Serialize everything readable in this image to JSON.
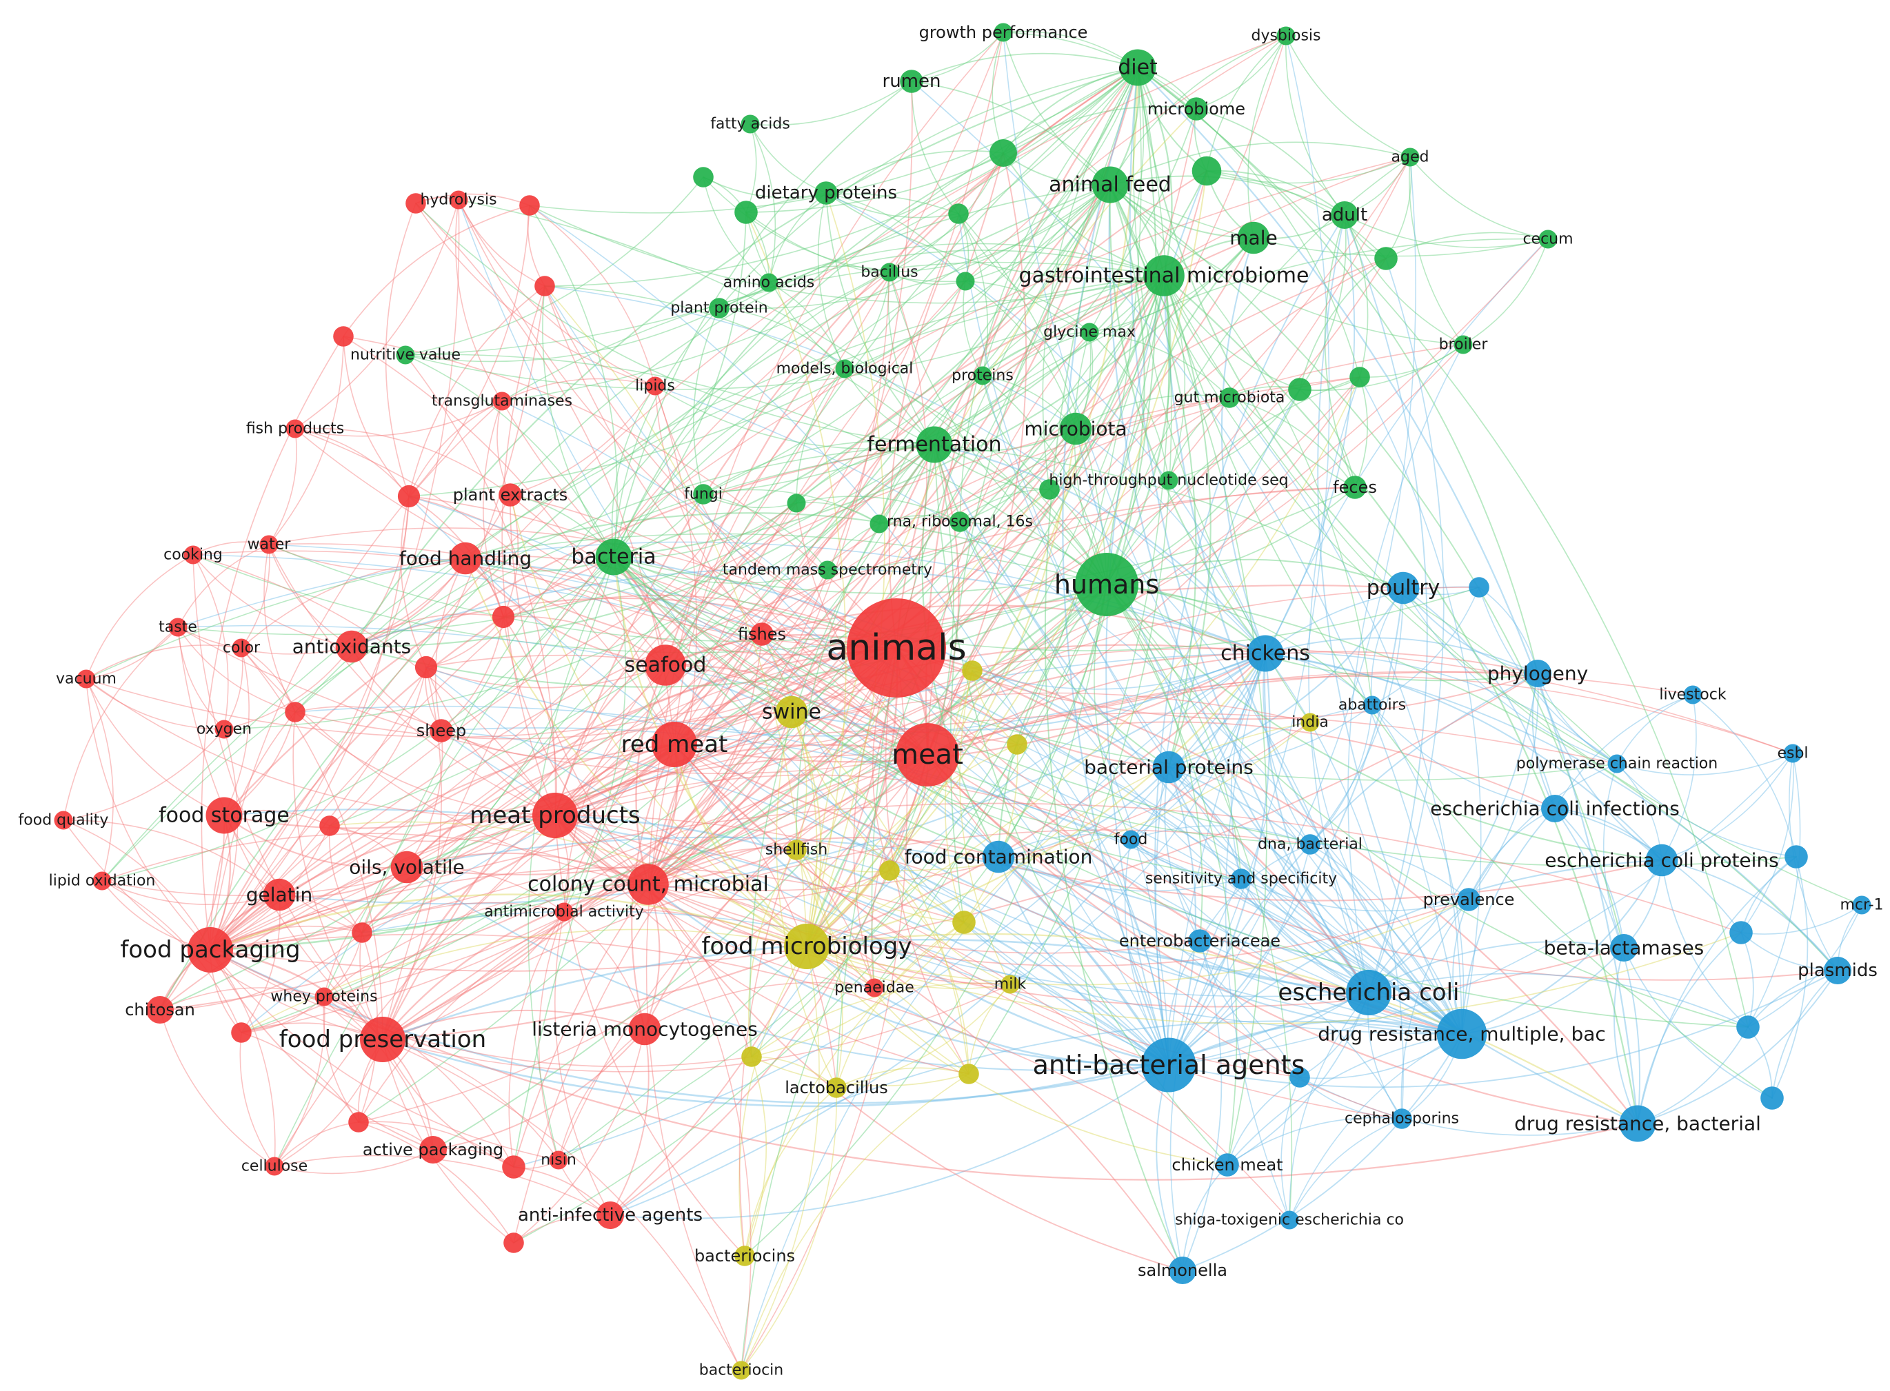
{
  "clusters": {
    "red": {
      "node": "#f23c3c",
      "edge": "#f57a7a"
    },
    "green": {
      "node": "#22b24c",
      "edge": "#63cf7c"
    },
    "blue": {
      "node": "#1f97d4",
      "edge": "#6cbbe6"
    },
    "yellow": {
      "node": "#c9c21e",
      "edge": "#dcd75a"
    }
  },
  "nodes": [
    {
      "id": "animals",
      "label": "animals",
      "cluster": "red",
      "weight": 10
    },
    {
      "id": "meat",
      "label": "meat",
      "cluster": "red",
      "weight": 6
    },
    {
      "id": "red-meat",
      "label": "red meat",
      "cluster": "red",
      "weight": 4
    },
    {
      "id": "meat-products",
      "label": "meat products",
      "cluster": "red",
      "weight": 4
    },
    {
      "id": "seafood",
      "label": "seafood",
      "cluster": "red",
      "weight": 3.5
    },
    {
      "id": "food-packaging",
      "label": "food packaging",
      "cluster": "red",
      "weight": 4
    },
    {
      "id": "food-preservation",
      "label": "food preservation",
      "cluster": "red",
      "weight": 4
    },
    {
      "id": "colony-count",
      "label": "colony count, microbial",
      "cluster": "red",
      "weight": 3.5
    },
    {
      "id": "food-storage",
      "label": "food storage",
      "cluster": "red",
      "weight": 3
    },
    {
      "id": "antioxidants",
      "label": "antioxidants",
      "cluster": "red",
      "weight": 2.5
    },
    {
      "id": "food-handling",
      "label": "food handling",
      "cluster": "red",
      "weight": 2.5
    },
    {
      "id": "gelatin",
      "label": "gelatin",
      "cluster": "red",
      "weight": 2.5
    },
    {
      "id": "oils-volatile",
      "label": "oils, volatile",
      "cluster": "red",
      "weight": 2.5
    },
    {
      "id": "listeria",
      "label": "listeria monocytogenes",
      "cluster": "red",
      "weight": 2.5
    },
    {
      "id": "plant-extracts",
      "label": "plant extracts",
      "cluster": "red",
      "weight": 1.5
    },
    {
      "id": "sheep",
      "label": "sheep",
      "cluster": "red",
      "weight": 1.5
    },
    {
      "id": "fishes",
      "label": "fishes",
      "cluster": "red",
      "weight": 1.5
    },
    {
      "id": "chitosan",
      "label": "chitosan",
      "cluster": "red",
      "weight": 2
    },
    {
      "id": "whey-proteins",
      "label": "whey proteins",
      "cluster": "red",
      "weight": 1
    },
    {
      "id": "antimicrobial-activity",
      "label": "antimicrobial activity",
      "cluster": "red",
      "weight": 1
    },
    {
      "id": "active-packaging",
      "label": "active packaging",
      "cluster": "red",
      "weight": 2
    },
    {
      "id": "nisin",
      "label": "nisin",
      "cluster": "red",
      "weight": 1
    },
    {
      "id": "anti-infective",
      "label": "anti-infective agents",
      "cluster": "red",
      "weight": 2
    },
    {
      "id": "cellulose",
      "label": "cellulose",
      "cluster": "red",
      "weight": 1
    },
    {
      "id": "penaeidae",
      "label": "penaeidae",
      "cluster": "red",
      "weight": 1
    },
    {
      "id": "hydrolysis",
      "label": "hydrolysis",
      "cluster": "red",
      "weight": 1
    },
    {
      "id": "nutritive-value",
      "label": "nutritive value",
      "cluster": "green",
      "weight": 1
    },
    {
      "id": "transglutaminases",
      "label": "transglutaminases",
      "cluster": "red",
      "weight": 1
    },
    {
      "id": "fish-products",
      "label": "fish products",
      "cluster": "red",
      "weight": 1
    },
    {
      "id": "lipids",
      "label": "lipids",
      "cluster": "red",
      "weight": 1
    },
    {
      "id": "cooking",
      "label": "cooking",
      "cluster": "red",
      "weight": 1
    },
    {
      "id": "water",
      "label": "water",
      "cluster": "red",
      "weight": 1
    },
    {
      "id": "taste",
      "label": "taste",
      "cluster": "red",
      "weight": 1
    },
    {
      "id": "color",
      "label": "color",
      "cluster": "red",
      "weight": 1
    },
    {
      "id": "vacuum",
      "label": "vacuum",
      "cluster": "red",
      "weight": 1
    },
    {
      "id": "oxygen",
      "label": "oxygen",
      "cluster": "red",
      "weight": 1
    },
    {
      "id": "food-quality",
      "label": "food quality",
      "cluster": "red",
      "weight": 1
    },
    {
      "id": "lipid-oxidation",
      "label": "lipid oxidation",
      "cluster": "red",
      "weight": 1
    },
    {
      "id": "r-x1",
      "label": "",
      "cluster": "red",
      "weight": 1.2
    },
    {
      "id": "r-x2",
      "label": "",
      "cluster": "red",
      "weight": 1.2
    },
    {
      "id": "r-x3",
      "label": "",
      "cluster": "red",
      "weight": 1.2
    },
    {
      "id": "r-x4",
      "label": "",
      "cluster": "red",
      "weight": 1.4
    },
    {
      "id": "r-x5",
      "label": "",
      "cluster": "red",
      "weight": 1.4
    },
    {
      "id": "r-x6",
      "label": "",
      "cluster": "red",
      "weight": 1.4
    },
    {
      "id": "r-x7",
      "label": "",
      "cluster": "red",
      "weight": 1.2
    },
    {
      "id": "r-x8",
      "label": "",
      "cluster": "red",
      "weight": 1.2
    },
    {
      "id": "r-x9",
      "label": "",
      "cluster": "red",
      "weight": 1.2
    },
    {
      "id": "r-x10",
      "label": "",
      "cluster": "red",
      "weight": 1.2
    },
    {
      "id": "r-x11",
      "label": "",
      "cluster": "red",
      "weight": 1.2
    },
    {
      "id": "r-x12",
      "label": "",
      "cluster": "red",
      "weight": 1.5
    },
    {
      "id": "r-x13",
      "label": "",
      "cluster": "red",
      "weight": 1.2
    },
    {
      "id": "r-x14",
      "label": "",
      "cluster": "red",
      "weight": 1.2
    },
    {
      "id": "humans",
      "label": "humans",
      "cluster": "green",
      "weight": 6
    },
    {
      "id": "diet",
      "label": "diet",
      "cluster": "green",
      "weight": 3
    },
    {
      "id": "animal-feed",
      "label": "animal feed",
      "cluster": "green",
      "weight": 3
    },
    {
      "id": "gi-microbiome",
      "label": "gastrointestinal microbiome",
      "cluster": "green",
      "weight": 3.5
    },
    {
      "id": "fermentation",
      "label": "fermentation",
      "cluster": "green",
      "weight": 3
    },
    {
      "id": "microbiota",
      "label": "microbiota",
      "cluster": "green",
      "weight": 2.5
    },
    {
      "id": "bacteria",
      "label": "bacteria",
      "cluster": "green",
      "weight": 3
    },
    {
      "id": "male",
      "label": "male",
      "cluster": "green",
      "weight": 2.5
    },
    {
      "id": "adult",
      "label": "adult",
      "cluster": "green",
      "weight": 2
    },
    {
      "id": "rumen",
      "label": "rumen",
      "cluster": "green",
      "weight": 1.5
    },
    {
      "id": "microbiome",
      "label": "microbiome",
      "cluster": "green",
      "weight": 1.5
    },
    {
      "id": "growth-performance",
      "label": "growth performance",
      "cluster": "green",
      "weight": 1
    },
    {
      "id": "dysbiosis",
      "label": "dysbiosis",
      "cluster": "green",
      "weight": 1
    },
    {
      "id": "fatty-acids",
      "label": "fatty acids",
      "cluster": "green",
      "weight": 1
    },
    {
      "id": "dietary-proteins",
      "label": "dietary proteins",
      "cluster": "green",
      "weight": 1.5
    },
    {
      "id": "aged",
      "label": "aged",
      "cluster": "green",
      "weight": 1
    },
    {
      "id": "cecum",
      "label": "cecum",
      "cluster": "green",
      "weight": 1
    },
    {
      "id": "bacillus",
      "label": "bacillus",
      "cluster": "green",
      "weight": 1
    },
    {
      "id": "amino-acids",
      "label": "amino acids",
      "cluster": "green",
      "weight": 1
    },
    {
      "id": "plant-protein",
      "label": "plant protein",
      "cluster": "green",
      "weight": 1.2
    },
    {
      "id": "glycine-max",
      "label": "glycine max",
      "cluster": "green",
      "weight": 1
    },
    {
      "id": "broiler",
      "label": "broiler",
      "cluster": "green",
      "weight": 1
    },
    {
      "id": "models-biological",
      "label": "models, biological",
      "cluster": "green",
      "weight": 1
    },
    {
      "id": "proteins",
      "label": "proteins",
      "cluster": "green",
      "weight": 1
    },
    {
      "id": "gut-microbiota",
      "label": "gut microbiota",
      "cluster": "green",
      "weight": 1.2
    },
    {
      "id": "hts",
      "label": "high-throughput nucleotide seq",
      "cluster": "green",
      "weight": 1
    },
    {
      "id": "feces",
      "label": "feces",
      "cluster": "green",
      "weight": 1.5
    },
    {
      "id": "fungi",
      "label": "fungi",
      "cluster": "green",
      "weight": 1.2
    },
    {
      "id": "rna-16s",
      "label": "rna, ribosomal, 16s",
      "cluster": "green",
      "weight": 1.2
    },
    {
      "id": "tandem-mass",
      "label": "tandem mass spectrometry",
      "cluster": "green",
      "weight": 1
    },
    {
      "id": "g-x1",
      "label": "",
      "cluster": "green",
      "weight": 1.2
    },
    {
      "id": "g-x2",
      "label": "",
      "cluster": "green",
      "weight": 2
    },
    {
      "id": "g-x3",
      "label": "",
      "cluster": "green",
      "weight": 2.2
    },
    {
      "id": "g-x4",
      "label": "",
      "cluster": "green",
      "weight": 1.5
    },
    {
      "id": "g-x5",
      "label": "",
      "cluster": "green",
      "weight": 1.2
    },
    {
      "id": "g-x6",
      "label": "",
      "cluster": "green",
      "weight": 1
    },
    {
      "id": "g-x7",
      "label": "",
      "cluster": "green",
      "weight": 1.5
    },
    {
      "id": "g-x8",
      "label": "",
      "cluster": "green",
      "weight": 1.2
    },
    {
      "id": "g-x9",
      "label": "",
      "cluster": "green",
      "weight": 1
    },
    {
      "id": "g-x10",
      "label": "",
      "cluster": "green",
      "weight": 1.5
    },
    {
      "id": "g-x11",
      "label": "",
      "cluster": "green",
      "weight": 1.2
    },
    {
      "id": "g-x12",
      "label": "",
      "cluster": "green",
      "weight": 1
    },
    {
      "id": "chickens",
      "label": "chickens",
      "cluster": "blue",
      "weight": 3
    },
    {
      "id": "poultry",
      "label": "poultry",
      "cluster": "blue",
      "weight": 2.5
    },
    {
      "id": "phylogeny",
      "label": "phylogeny",
      "cluster": "blue",
      "weight": 2
    },
    {
      "id": "bacterial-proteins",
      "label": "bacterial proteins",
      "cluster": "blue",
      "weight": 2.5
    },
    {
      "id": "ecoli-infections",
      "label": "escherichia coli infections",
      "cluster": "blue",
      "weight": 2
    },
    {
      "id": "ecoli-proteins",
      "label": "escherichia coli proteins",
      "cluster": "blue",
      "weight": 2.5
    },
    {
      "id": "beta-lactamases",
      "label": "beta-lactamases",
      "cluster": "blue",
      "weight": 2
    },
    {
      "id": "plasmids",
      "label": "plasmids",
      "cluster": "blue",
      "weight": 2
    },
    {
      "id": "ecoli",
      "label": "escherichia coli",
      "cluster": "blue",
      "weight": 4
    },
    {
      "id": "drug-res-multi",
      "label": "drug resistance, multiple, bac",
      "cluster": "blue",
      "weight": 4.5
    },
    {
      "id": "anti-bacterial",
      "label": "anti-bacterial agents",
      "cluster": "blue",
      "weight": 5
    },
    {
      "id": "drug-res-bact",
      "label": "drug resistance, bacterial",
      "cluster": "blue",
      "weight": 3
    },
    {
      "id": "food-contamination",
      "label": "food contamination",
      "cluster": "blue",
      "weight": 2.5
    },
    {
      "id": "prevalence",
      "label": "prevalence",
      "cluster": "blue",
      "weight": 1.5
    },
    {
      "id": "livestock",
      "label": "livestock",
      "cluster": "blue",
      "weight": 1
    },
    {
      "id": "esbl",
      "label": "esbl",
      "cluster": "blue",
      "weight": 1
    },
    {
      "id": "pcr",
      "label": "polymerase chain reaction",
      "cluster": "blue",
      "weight": 1
    },
    {
      "id": "abattoirs",
      "label": "abattoirs",
      "cluster": "blue",
      "weight": 1
    },
    {
      "id": "mcr1",
      "label": "mcr-1",
      "cluster": "blue",
      "weight": 1
    },
    {
      "id": "dna-bacterial",
      "label": "dna, bacterial",
      "cluster": "blue",
      "weight": 1.2
    },
    {
      "id": "food",
      "label": "food",
      "cluster": "blue",
      "weight": 1
    },
    {
      "id": "sens-spec",
      "label": "sensitivity and specificity",
      "cluster": "blue",
      "weight": 1.2
    },
    {
      "id": "enterobacteriaceae",
      "label": "enterobacteriaceae",
      "cluster": "blue",
      "weight": 1.5
    },
    {
      "id": "cephalosporins",
      "label": "cephalosporins",
      "cluster": "blue",
      "weight": 1.2
    },
    {
      "id": "chicken-meat",
      "label": "chicken meat",
      "cluster": "blue",
      "weight": 1.5
    },
    {
      "id": "stec",
      "label": "shiga-toxigenic escherichia co",
      "cluster": "blue",
      "weight": 1
    },
    {
      "id": "salmonella",
      "label": "salmonella",
      "cluster": "blue",
      "weight": 2
    },
    {
      "id": "b-x1",
      "label": "",
      "cluster": "blue",
      "weight": 1.2
    },
    {
      "id": "b-x2",
      "label": "",
      "cluster": "blue",
      "weight": 1.5
    },
    {
      "id": "b-x3",
      "label": "",
      "cluster": "blue",
      "weight": 1.5
    },
    {
      "id": "b-x4",
      "label": "",
      "cluster": "blue",
      "weight": 1.5
    },
    {
      "id": "b-x5",
      "label": "",
      "cluster": "blue",
      "weight": 1.2
    },
    {
      "id": "b-x6",
      "label": "",
      "cluster": "blue",
      "weight": 1.5
    },
    {
      "id": "swine",
      "label": "swine",
      "cluster": "yellow",
      "weight": 2.5
    },
    {
      "id": "food-microbiology",
      "label": "food microbiology",
      "cluster": "yellow",
      "weight": 4
    },
    {
      "id": "shellfish",
      "label": "shellfish",
      "cluster": "yellow",
      "weight": 1.2
    },
    {
      "id": "milk",
      "label": "milk",
      "cluster": "yellow",
      "weight": 1
    },
    {
      "id": "lactobacillus",
      "label": "lactobacillus",
      "cluster": "yellow",
      "weight": 1.2
    },
    {
      "id": "bacteriocins",
      "label": "bacteriocins",
      "cluster": "yellow",
      "weight": 1.2
    },
    {
      "id": "bacteriocin",
      "label": "bacteriocin",
      "cluster": "yellow",
      "weight": 1
    },
    {
      "id": "india",
      "label": "india",
      "cluster": "yellow",
      "weight": 1
    },
    {
      "id": "y-x1",
      "label": "",
      "cluster": "yellow",
      "weight": 1.5
    },
    {
      "id": "y-x2",
      "label": "",
      "cluster": "yellow",
      "weight": 1.2
    },
    {
      "id": "y-x3",
      "label": "",
      "cluster": "yellow",
      "weight": 1.2
    },
    {
      "id": "y-x4",
      "label": "",
      "cluster": "yellow",
      "weight": 1.2
    },
    {
      "id": "y-x5",
      "label": "",
      "cluster": "yellow",
      "weight": 1.2
    },
    {
      "id": "y-x6",
      "label": "",
      "cluster": "yellow",
      "weight": 1.2
    }
  ]
}
